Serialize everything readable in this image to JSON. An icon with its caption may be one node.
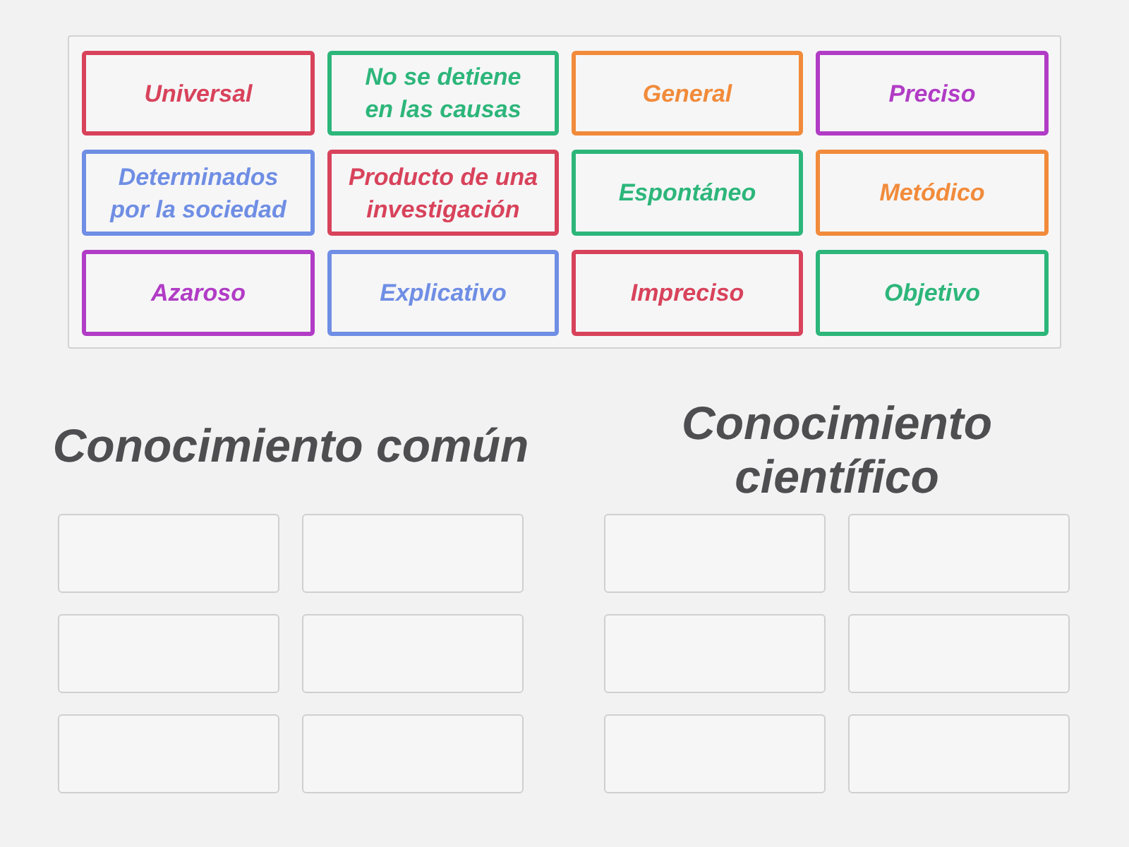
{
  "diagram": {
    "nodes": [
      {
        "text": [],
        "shape": "box"
      },
      {
        "text": [
          "Universal"
        ],
        "in": 0
      },
      {
        "text": [
          "No se detiene en las causas"
        ],
        "in": 0
      },
      {
        "text": [
          "General"
        ],
        "in": 0
      },
      {
        "text": [
          "Preciso"
        ],
        "in": 0
      },
      {
        "text": [
          "Determinados por la sociedad"
        ],
        "in": 0
      },
      {
        "text": [
          "Producto de una investigación"
        ],
        "in": 0
      },
      {
        "text": [
          "Espontáneo"
        ],
        "in": 0
      },
      {
        "text": [
          "Metódico"
        ],
        "in": 0
      },
      {
        "text": [
          "Azaroso"
        ],
        "in": 0
      },
      {
        "text": [
          "Explicativo"
        ],
        "in": 0
      },
      {
        "text": [
          "Impreciso"
        ],
        "in": 0
      },
      {
        "text": [
          "Objetivo"
        ],
        "in": 0
      },
      {
        "text": [],
        "shape": "box"
      },
      {
        "text": [],
        "shape": "box"
      },
      {
        "text": [],
        "shape": "box"
      },
      {
        "text": [],
        "shape": "box"
      },
      {
        "text": [],
        "shape": "box"
      },
      {
        "text": [],
        "shape": "box"
      },
      {
        "text": [],
        "shape": "box"
      },
      {
        "text": [],
        "shape": "box"
      },
      {
        "text": [],
        "shape": "box"
      },
      {
        "text": [],
        "shape": "box"
      },
      {
        "text": [],
        "shape": "box"
      },
      {
        "text": [],
        "shape": "box"
      }
    ],
    "labels": [
      "Conocimiento común",
      "Conocimiento científico"
    ]
  }
}
